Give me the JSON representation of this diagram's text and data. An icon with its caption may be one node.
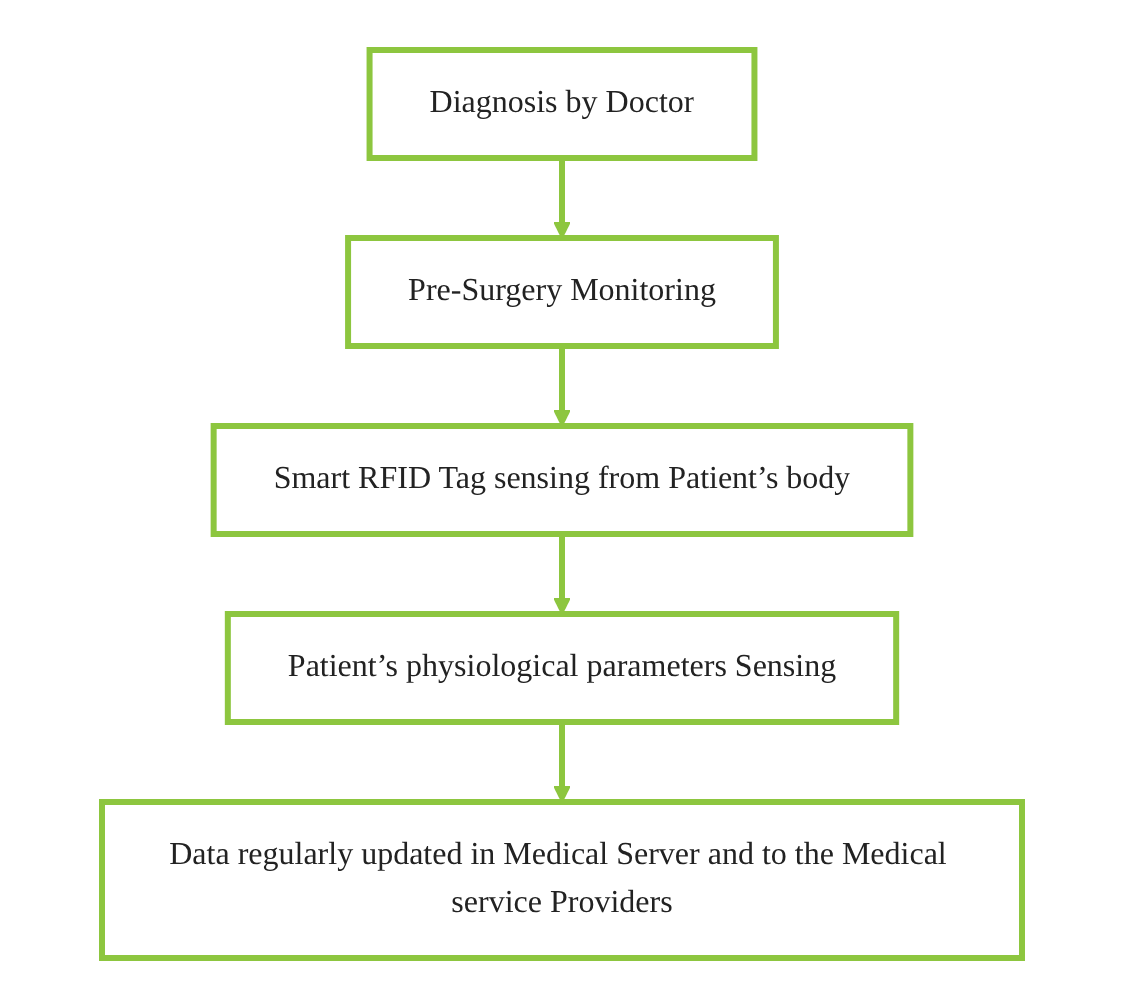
{
  "diagram": {
    "nodes": [
      {
        "text": [
          "Diagnosis by Doctor"
        ]
      },
      {
        "text": [
          "Pre-Surgery Monitoring"
        ]
      },
      {
        "text": [
          "Smart RFID Tag sensing from Patient’s body"
        ]
      },
      {
        "text": [
          "Patient’s physiological parameters Sensing"
        ]
      },
      {
        "text": [
          "Data regularly updated in Medical Server and to the Medical service Providers"
        ]
      }
    ],
    "edges": [
      {
        "from": 0,
        "to": 1,
        "arrow": "to"
      },
      {
        "from": 1,
        "to": 2,
        "arrow": "to"
      },
      {
        "from": 2,
        "to": 3,
        "arrow": "to"
      },
      {
        "from": 3,
        "to": 4,
        "arrow": "to"
      }
    ]
  }
}
